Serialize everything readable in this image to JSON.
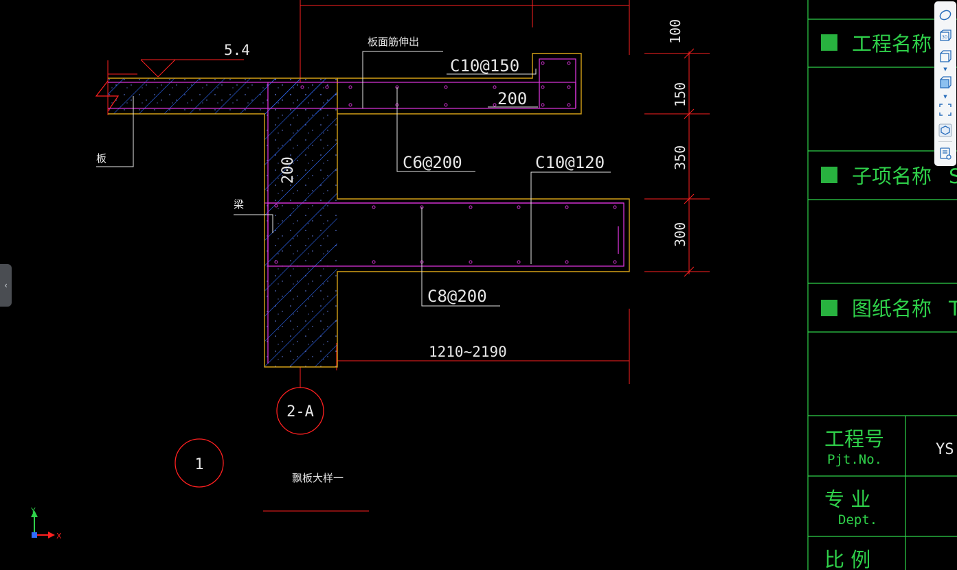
{
  "drawing": {
    "dims_top": {
      "elevation": "5.4"
    },
    "labels": {
      "slab_top_rebar": "板面筋伸出",
      "slab": "板",
      "beam": "梁",
      "rebar_c10_150": "C10@150",
      "rebar_c6_200": "C6@200",
      "rebar_c10_120": "C10@120",
      "rebar_c8_200": "C8@200",
      "dim_200_top": "200",
      "dim_200_beam": "200",
      "dim_span": "1210~2190",
      "dim_100": "100",
      "dim_150": "150",
      "dim_350": "350",
      "dim_300": "300",
      "axis_bubble": "2-A",
      "detail_number": "1",
      "detail_title": "飘板大样一"
    },
    "ucs": {
      "y": "Y",
      "x": "X"
    }
  },
  "title_block": {
    "project_name": "工程名称",
    "project_name_partial": "",
    "sub_item_name": "子项名称",
    "sub_item_partial": "S",
    "drawing_name": "图纸名称",
    "drawing_name_partial": "T",
    "project_no_cn": "工程号",
    "project_no_en": "Pjt.No.",
    "project_no_value": "YS.",
    "dept_cn": "专 业",
    "dept_en": "Dept.",
    "scale_cn": "比 例"
  },
  "colors": {
    "background": "#000000",
    "concrete_outline": "#d4a017",
    "hatch": "#2f6bff",
    "rebar": "#d633d6",
    "dimension": "#ff2020",
    "leader": "#e6e6e6",
    "titleblock": "#2fd14a"
  },
  "toolbar": {
    "items": [
      "orbit-icon",
      "view-3d-icon",
      "view-box-icon",
      "view-cube-icon",
      "zoom-extents-icon",
      "model-icon",
      "properties-icon"
    ]
  }
}
